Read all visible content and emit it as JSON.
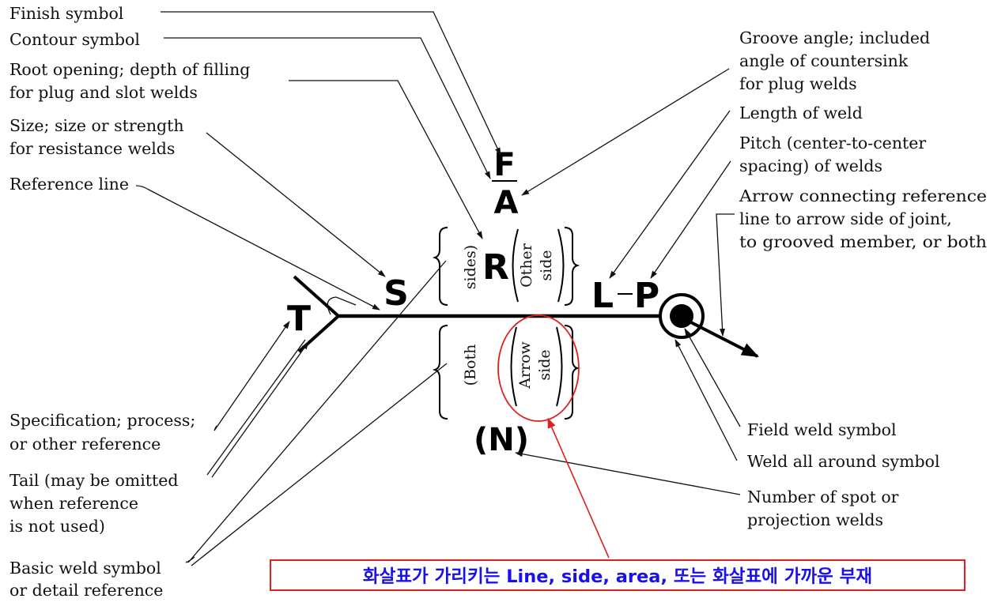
{
  "labels": {
    "finish": "Finish symbol",
    "contour": "Contour symbol",
    "root": [
      "Root opening; depth of filling",
      "for plug and slot welds"
    ],
    "size": [
      "Size; size or strength",
      "for resistance welds"
    ],
    "reference_line": "Reference line",
    "spec": [
      "Specification; process;",
      "or other reference"
    ],
    "tail": [
      "Tail (may be omitted",
      "when reference",
      "is not used)"
    ],
    "basic": [
      "Basic weld symbol",
      "or detail reference"
    ],
    "groove": [
      "Groove angle; included",
      "angle of countersink",
      "for plug welds"
    ],
    "length": "Length of weld",
    "pitch": [
      "Pitch (center-to-center",
      "spacing) of welds"
    ],
    "arrow": [
      "Arrow connecting reference",
      "line to arrow side of joint,",
      "to grooved member, or both"
    ],
    "field": "Field weld symbol",
    "all_around": "Weld all around symbol",
    "number": [
      "Number of spot or",
      "projection welds"
    ]
  },
  "symbols": {
    "F": "F",
    "A": "A",
    "R": "R",
    "S": "S",
    "T": "T",
    "L": "L",
    "P": "P",
    "N": "(N)"
  },
  "side_text": {
    "other": [
      "Other",
      "side"
    ],
    "arrow": [
      "Arrow",
      "side"
    ],
    "both_top": "sides)",
    "both_bottom": "(Both"
  },
  "caption": "화살표가 가리키는 Line, side, area, 또는 화살표에 가까운 부재",
  "colors": {
    "caption_text": "#1a10e8",
    "highlight": "#e02020",
    "ink": "#111111"
  }
}
